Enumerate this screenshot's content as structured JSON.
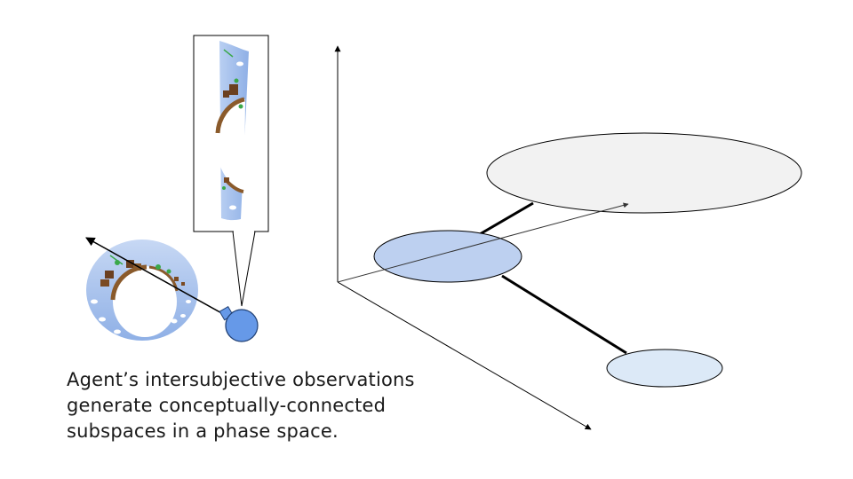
{
  "caption": {
    "lines": [
      "Agent’s intersubjective observations",
      "generate conceptually-connected",
      "subspaces in a phase space."
    ]
  },
  "colors": {
    "agent": "#6699e8",
    "agent_stroke": "#1f3f73",
    "subspace_large": "#f2f2f2",
    "subspace_medium": "#bdd0f0",
    "subspace_small": "#dce9f7",
    "torus_sky": "#a9c4ee",
    "torus_ground": "#8a5a2b",
    "axis": "#000000"
  },
  "icons": {
    "agent": "observer-agent-icon",
    "world": "cylindrical-world-icon",
    "view": "observation-window-icon"
  }
}
